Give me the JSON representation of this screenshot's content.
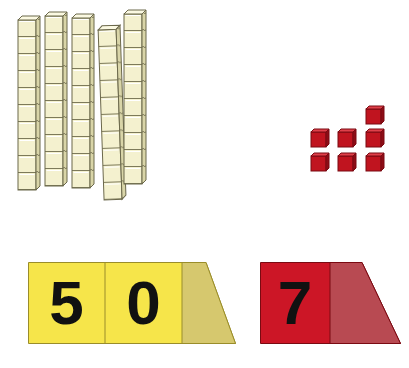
{
  "diagram": {
    "nodes": [
      {
        "text": [
          "5",
          "0"
        ]
      },
      {
        "text": [
          "7"
        ]
      }
    ]
  }
}
